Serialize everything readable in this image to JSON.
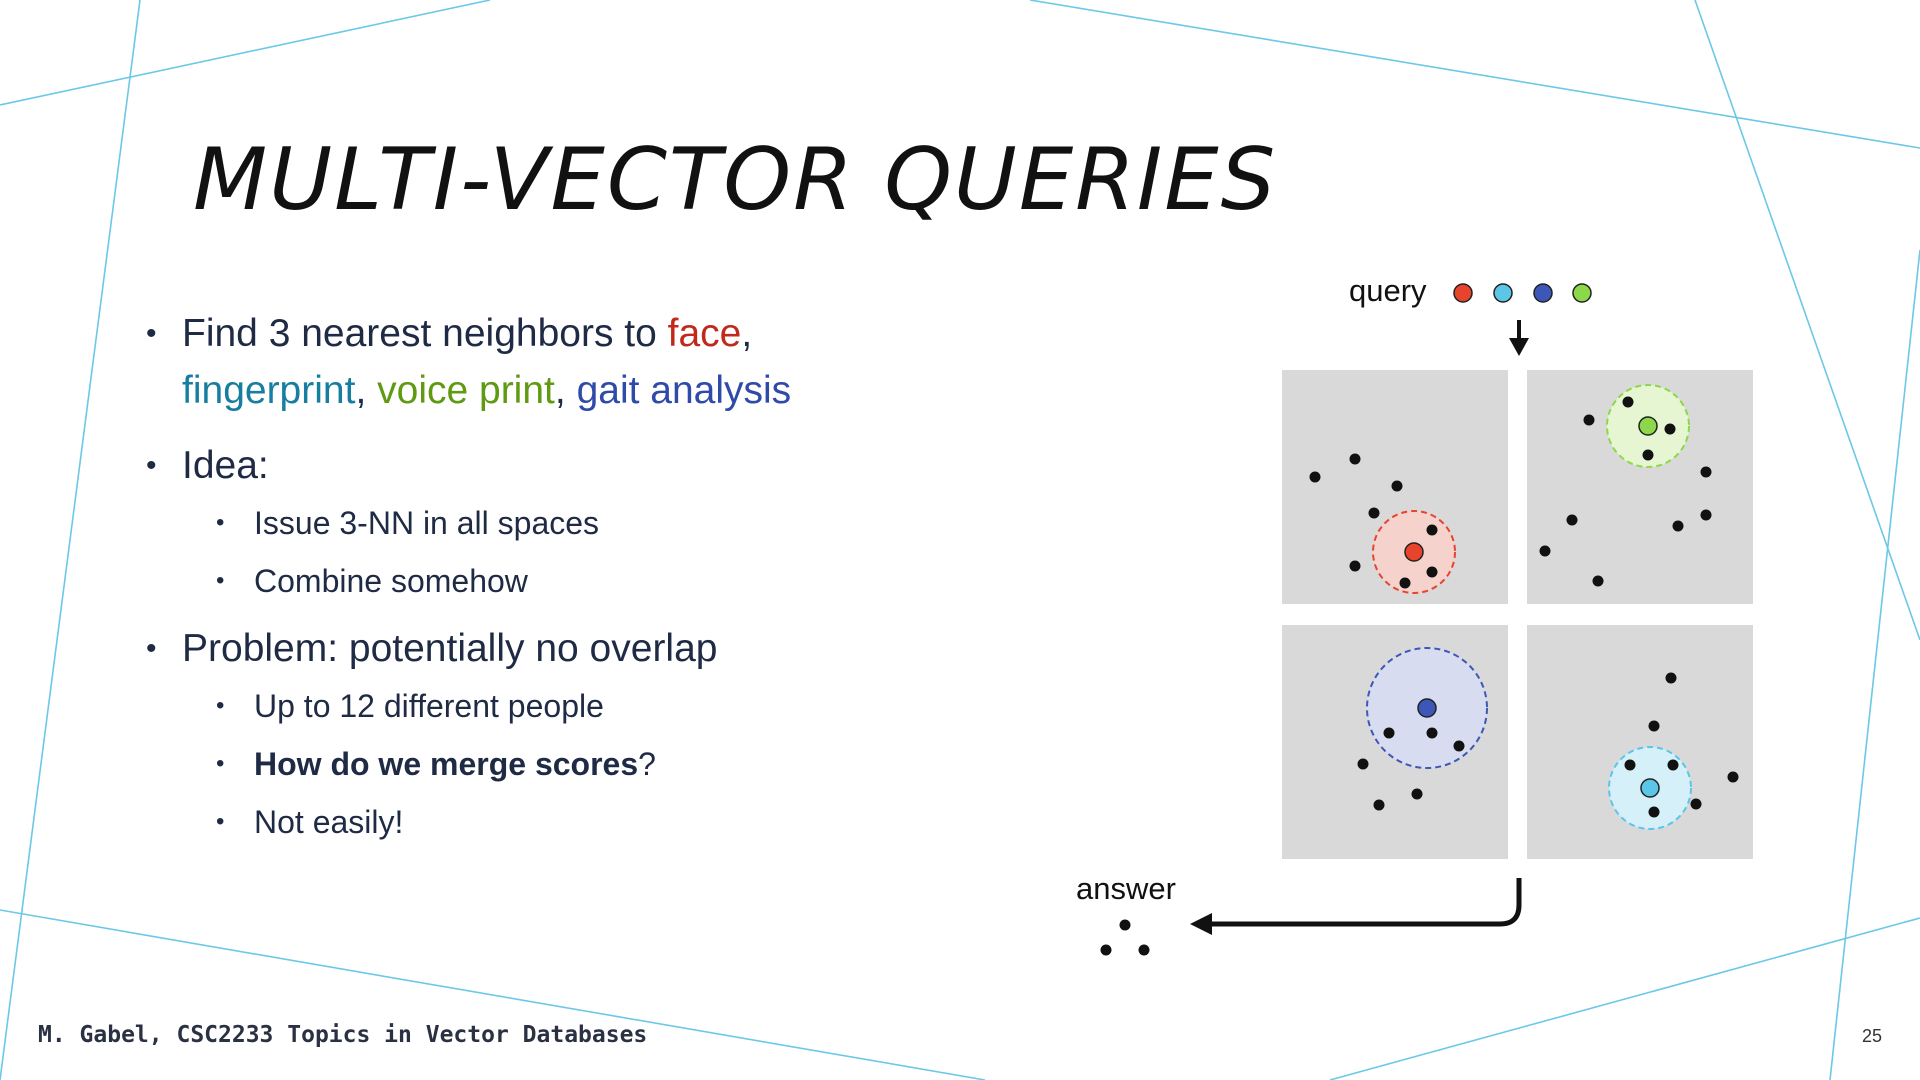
{
  "slide": {
    "title": "MULTI-VECTOR QUERIES",
    "bullets": {
      "b1_part1": "Find 3 nearest neighbors to ",
      "b1_face": "face",
      "comma": ",",
      "b1_fingerprint": "fingerprint",
      "b1_voice": "voice print",
      "b1_gait": "gait analysis",
      "idea": "Idea:",
      "idea_sub": [
        "Issue 3-NN in all spaces",
        "Combine somehow"
      ],
      "problem": "Problem: potentially no overlap",
      "problem_sub1": "Up to 12 different people",
      "problem_sub2_bold": "How do we merge scores",
      "problem_sub2_rest": "?",
      "problem_sub3": "Not easily!"
    },
    "diagram": {
      "query_label": "query",
      "answer_label": "answer",
      "query_colors": [
        "#e8432d",
        "#5bc6e8",
        "#3c57b8",
        "#8cd84a"
      ]
    },
    "footer": "M. Gabel, CSC2233 Topics in Vector Databases",
    "page_number": "25"
  },
  "colors": {
    "accent_line": "#6cc8e6",
    "panel_bg": "#d9d9d9",
    "face": "#c0291b",
    "fingerprint": "#177e9f",
    "voice": "#5f9a12",
    "gait": "#2f4aa8"
  }
}
